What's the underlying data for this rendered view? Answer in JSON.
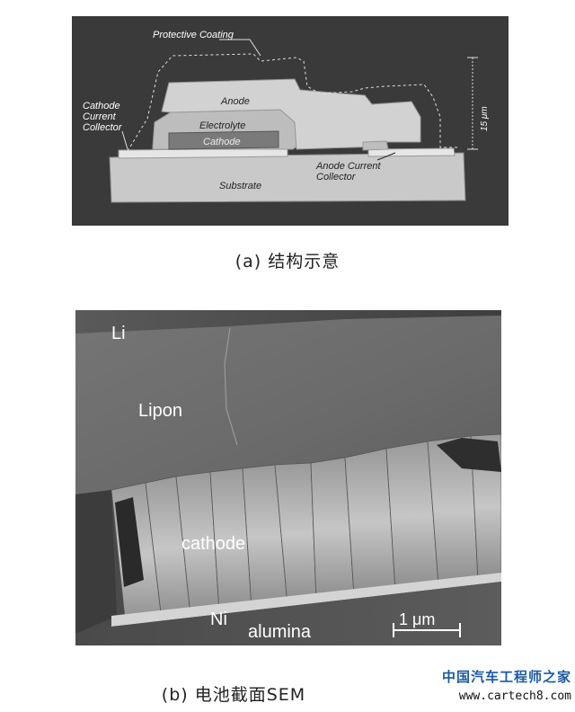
{
  "diagram_a": {
    "colors": {
      "background": "#3a3a3a",
      "substrate": "#c9c9c9",
      "anode": "#d2d2d2",
      "electrolyte": "#bdbdbd",
      "cathode": "#7a7a7a",
      "collector": "#e6e6e6",
      "dashed": "#e0e0e0"
    },
    "labels": {
      "protective_coating": "Protective Coating",
      "anode": "Anode",
      "electrolyte": "Electrolyte",
      "cathode": "Cathode",
      "substrate": "Substrate",
      "cathode_collector_1": "Cathode",
      "cathode_collector_2": "Current",
      "cathode_collector_3": "Collector",
      "anode_collector_1": "Anode Current",
      "anode_collector_2": "Collector",
      "scale": "15 μm"
    }
  },
  "caption_a": "(a) 结构示意",
  "sem_b": {
    "labels": {
      "li": "Li",
      "lipon": "Lipon",
      "cathode": "cathode",
      "ni": "Ni",
      "alumina": "alumina",
      "scale_bar": "1 μm"
    }
  },
  "caption_b": "(b) 电池截面SEM",
  "watermark": {
    "site_name": "中国汽车工程师之家",
    "url": "www.cartech8.com"
  }
}
